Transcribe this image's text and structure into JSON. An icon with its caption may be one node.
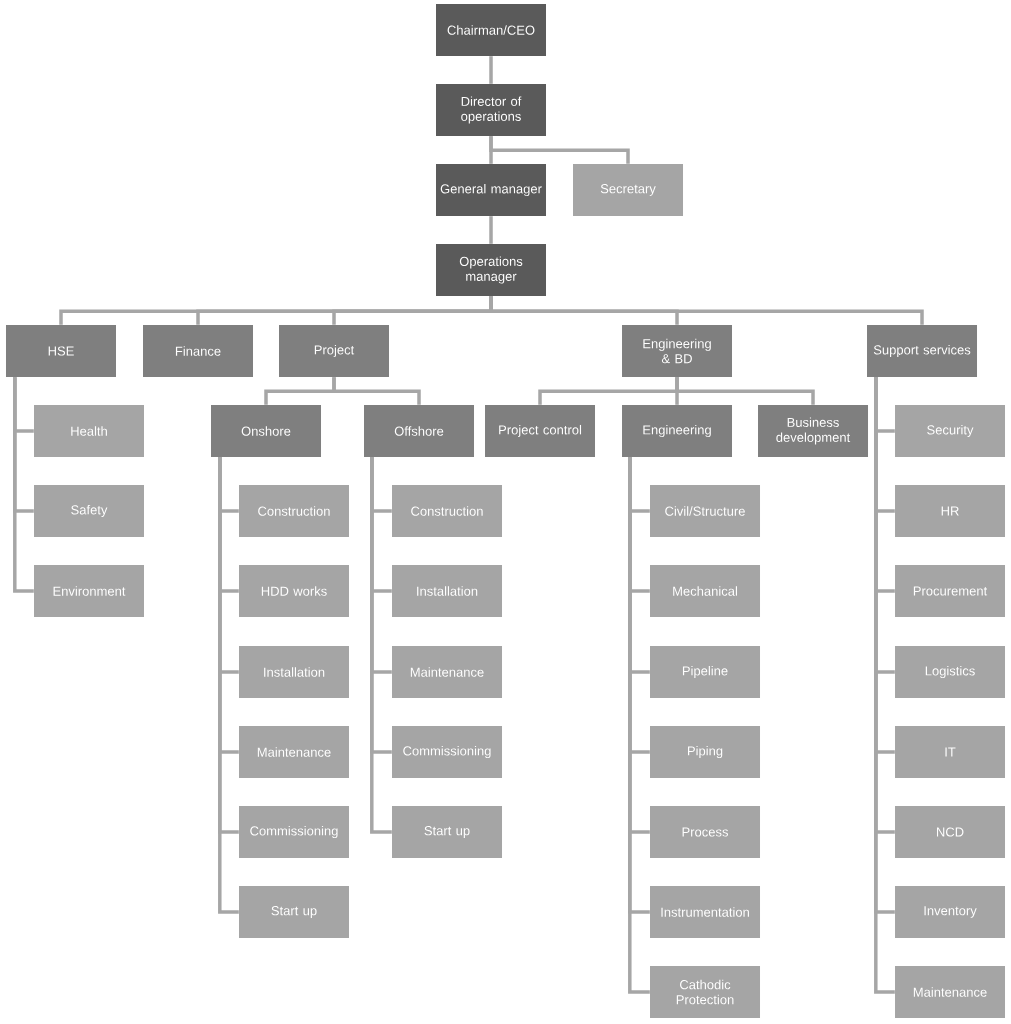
{
  "diagram": {
    "nodes": [
      {
        "text": [
          "Chairman/CEO"
        ]
      },
      {
        "text": [
          "Director of operations"
        ]
      },
      {
        "text": [
          "General manager"
        ]
      },
      {
        "text": [
          "Secretary"
        ]
      },
      {
        "text": [
          "Operations manager"
        ]
      },
      {
        "text": [
          "HSE"
        ]
      },
      {
        "text": [
          "Finance"
        ]
      },
      {
        "text": [
          "Project"
        ]
      },
      {
        "text": [
          "Engineering & BD"
        ]
      },
      {
        "text": [
          "Support services"
        ]
      },
      {
        "text": [
          "Health"
        ]
      },
      {
        "text": [
          "Safety"
        ]
      },
      {
        "text": [
          "Environment"
        ]
      },
      {
        "text": [
          "Onshore"
        ]
      },
      {
        "text": [
          "Offshore"
        ]
      },
      {
        "text": [
          "Project control"
        ]
      },
      {
        "text": [
          "Engineering"
        ]
      },
      {
        "text": [
          "Business development"
        ]
      },
      {
        "text": [
          "Construction"
        ]
      },
      {
        "text": [
          "HDD works"
        ]
      },
      {
        "text": [
          "Installation"
        ]
      },
      {
        "text": [
          "Maintenance"
        ]
      },
      {
        "text": [
          "Commissioning"
        ]
      },
      {
        "text": [
          "Start up"
        ]
      },
      {
        "text": [
          "Construction"
        ]
      },
      {
        "text": [
          "Installation"
        ]
      },
      {
        "text": [
          "Maintenance"
        ]
      },
      {
        "text": [
          "Commissioning"
        ]
      },
      {
        "text": [
          "Start up"
        ]
      },
      {
        "text": [
          "Civil/Structure"
        ]
      },
      {
        "text": [
          "Mechanical"
        ]
      },
      {
        "text": [
          "Pipeline"
        ]
      },
      {
        "text": [
          "Piping"
        ]
      },
      {
        "text": [
          "Process"
        ]
      },
      {
        "text": [
          "Instrumentation"
        ]
      },
      {
        "text": [
          "Cathodic Protection"
        ]
      },
      {
        "text": [
          "Security"
        ]
      },
      {
        "text": [
          "HR"
        ]
      },
      {
        "text": [
          "Procurement"
        ]
      },
      {
        "text": [
          "Logistics"
        ]
      },
      {
        "text": [
          "IT"
        ]
      },
      {
        "text": [
          "NCD"
        ]
      },
      {
        "text": [
          "Inventory"
        ]
      },
      {
        "text": [
          "Maintenance"
        ]
      }
    ],
    "edges": [
      {
        "from": 0,
        "to": 1,
        "arrow": "none"
      },
      {
        "from": 1,
        "to": 2,
        "arrow": "none"
      },
      {
        "from": 1,
        "to": 3,
        "arrow": "none"
      },
      {
        "from": 2,
        "to": 4,
        "arrow": "none"
      },
      {
        "from": 4,
        "to": 5,
        "arrow": "none"
      },
      {
        "from": 4,
        "to": 6,
        "arrow": "none"
      },
      {
        "from": 4,
        "to": 7,
        "arrow": "none"
      },
      {
        "from": 4,
        "to": 8,
        "arrow": "none"
      },
      {
        "from": 4,
        "to": 9,
        "arrow": "none"
      },
      {
        "from": 5,
        "to": 10,
        "arrow": "none"
      },
      {
        "from": 5,
        "to": 11,
        "arrow": "none"
      },
      {
        "from": 5,
        "to": 12,
        "arrow": "none"
      },
      {
        "from": 7,
        "to": 13,
        "arrow": "none"
      },
      {
        "from": 7,
        "to": 14,
        "arrow": "none"
      },
      {
        "from": 8,
        "to": 15,
        "arrow": "none"
      },
      {
        "from": 8,
        "to": 16,
        "arrow": "none"
      },
      {
        "from": 8,
        "to": 17,
        "arrow": "none"
      },
      {
        "from": 13,
        "to": 18,
        "arrow": "none"
      },
      {
        "from": 13,
        "to": 19,
        "arrow": "none"
      },
      {
        "from": 13,
        "to": 20,
        "arrow": "none"
      },
      {
        "from": 13,
        "to": 21,
        "arrow": "none"
      },
      {
        "from": 13,
        "to": 22,
        "arrow": "none"
      },
      {
        "from": 13,
        "to": 23,
        "arrow": "none"
      },
      {
        "from": 14,
        "to": 24,
        "arrow": "none"
      },
      {
        "from": 14,
        "to": 25,
        "arrow": "none"
      },
      {
        "from": 14,
        "to": 26,
        "arrow": "none"
      },
      {
        "from": 14,
        "to": 27,
        "arrow": "none"
      },
      {
        "from": 14,
        "to": 28,
        "arrow": "none"
      },
      {
        "from": 16,
        "to": 29,
        "arrow": "none"
      },
      {
        "from": 16,
        "to": 30,
        "arrow": "none"
      },
      {
        "from": 16,
        "to": 31,
        "arrow": "none"
      },
      {
        "from": 16,
        "to": 32,
        "arrow": "none"
      },
      {
        "from": 16,
        "to": 33,
        "arrow": "none"
      },
      {
        "from": 16,
        "to": 34,
        "arrow": "none"
      },
      {
        "from": 16,
        "to": 35,
        "arrow": "none"
      },
      {
        "from": 9,
        "to": 36,
        "arrow": "none"
      },
      {
        "from": 9,
        "to": 37,
        "arrow": "none"
      },
      {
        "from": 9,
        "to": 38,
        "arrow": "none"
      },
      {
        "from": 9,
        "to": 39,
        "arrow": "none"
      },
      {
        "from": 9,
        "to": 40,
        "arrow": "none"
      },
      {
        "from": 9,
        "to": 41,
        "arrow": "none"
      },
      {
        "from": 9,
        "to": 42,
        "arrow": "none"
      },
      {
        "from": 9,
        "to": 43,
        "arrow": "none"
      }
    ]
  }
}
